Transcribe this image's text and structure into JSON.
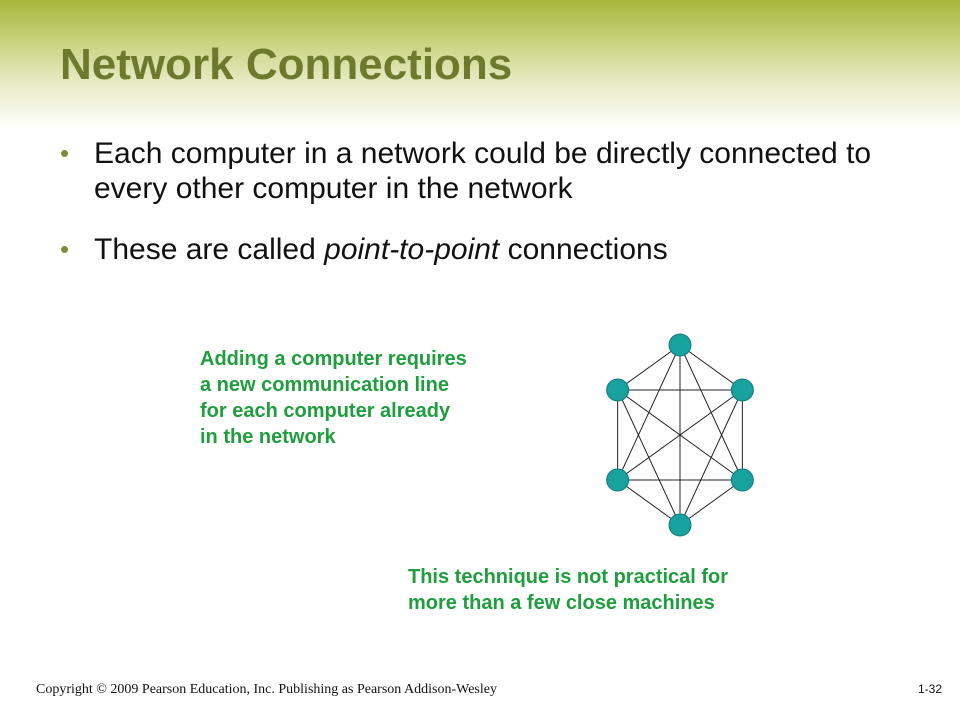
{
  "slide": {
    "title": "Network Connections",
    "bullets": [
      {
        "text_before": "Each computer in a network could be directly connected to every other computer in the network",
        "emphasis": "",
        "text_after": ""
      },
      {
        "text_before": "These are called ",
        "emphasis": "point-to-point",
        "text_after": " connections"
      }
    ],
    "bullet_glyph": "•",
    "note_left": "Adding a computer requires\na new communication line\nfor each computer already\nin the network",
    "note_bottom": "This technique is not practical for\nmore than a few close machines",
    "footer": "Copyright © 2009 Pearson Education, Inc. Publishing as Pearson Addison-Wesley",
    "slide_number": "1-32"
  },
  "diagram": {
    "type": "fully-connected-network",
    "node_count": 6,
    "node_color": "#17a2a0",
    "node_stroke": "#0e7d7b",
    "line_color": "#222222"
  },
  "colors": {
    "title": "#6d7a2e",
    "accent": "#a8b63c",
    "note": "#1e9e3c",
    "body_text": "#111111"
  }
}
